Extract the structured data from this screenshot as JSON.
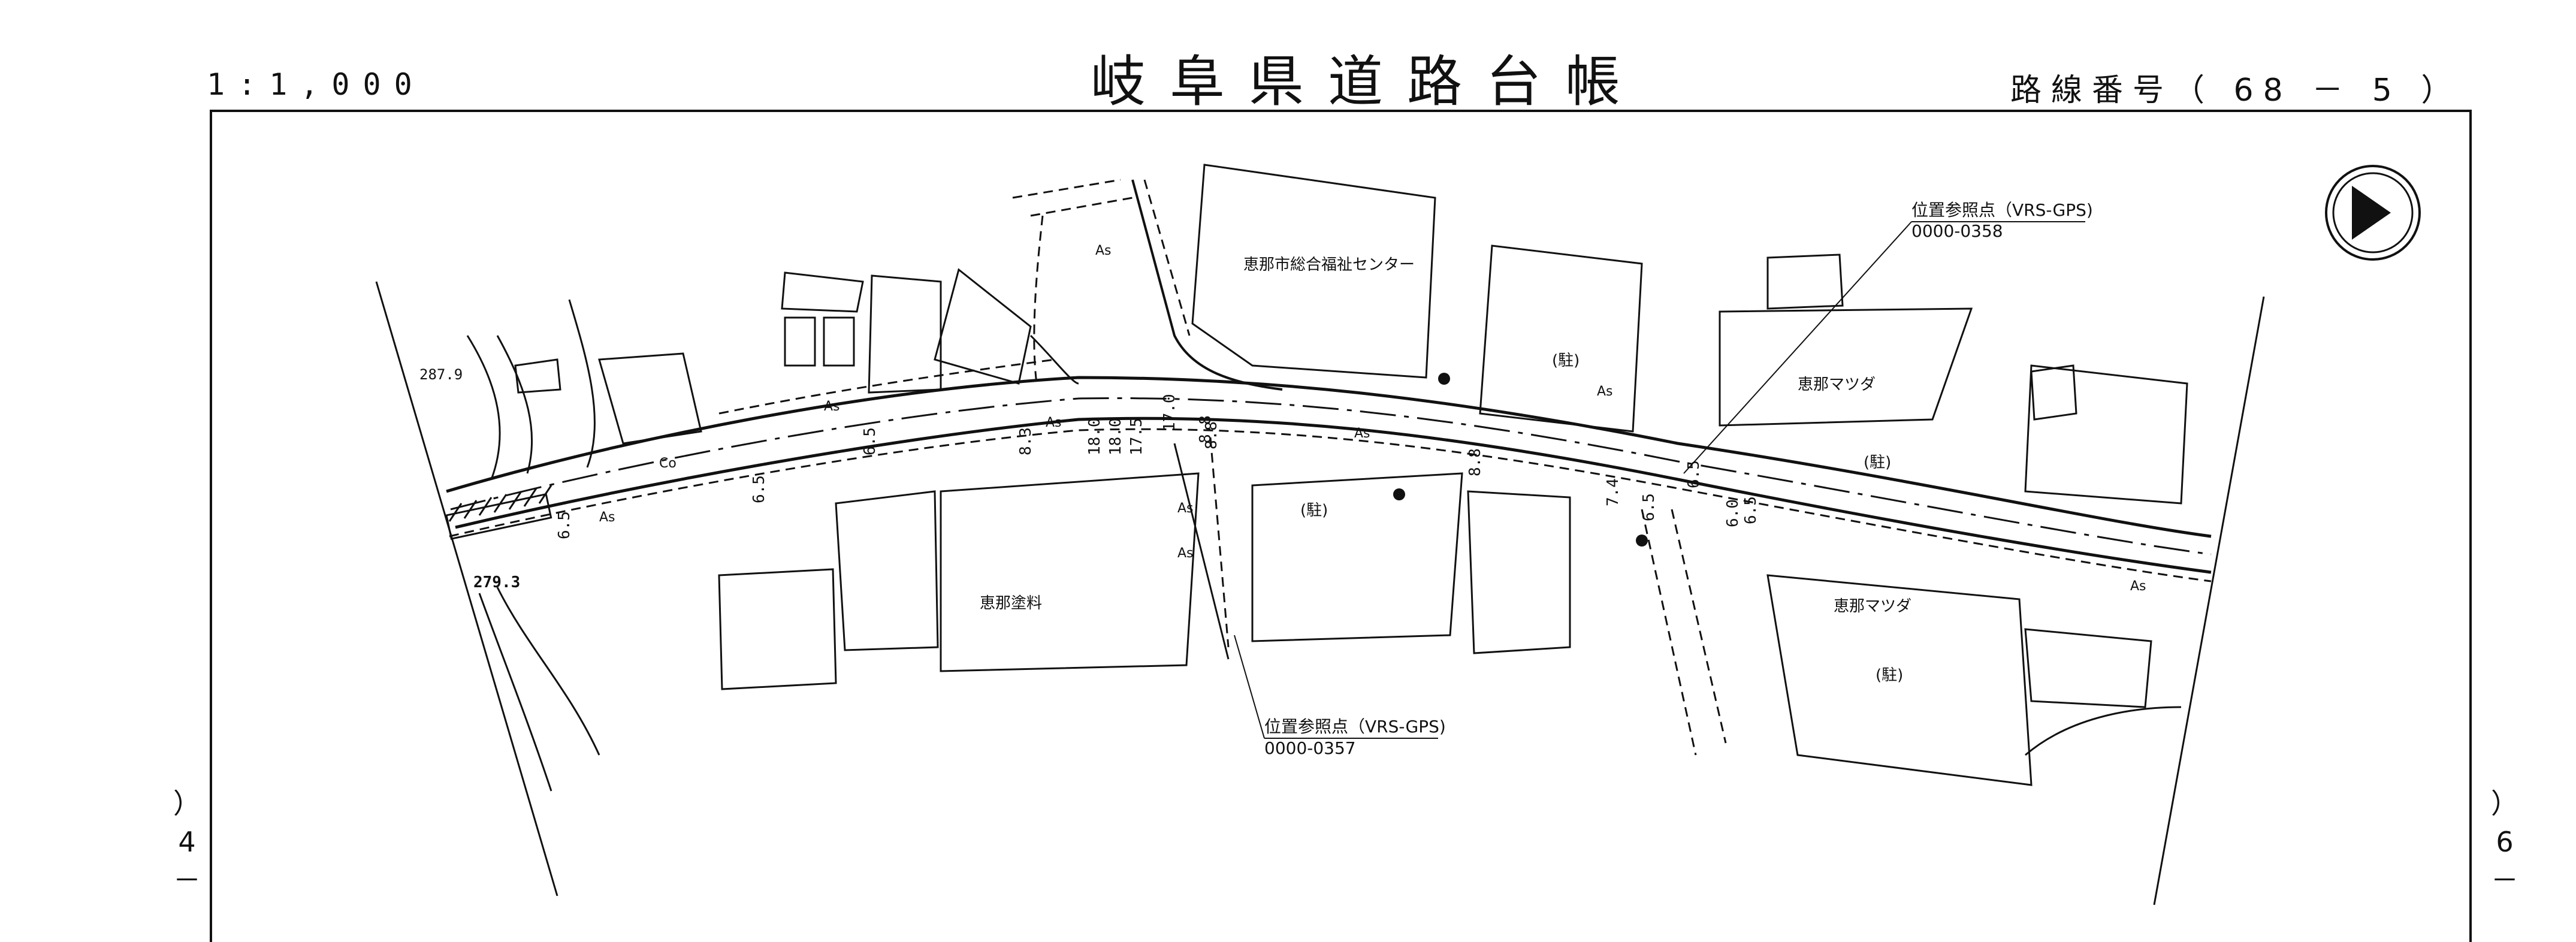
{
  "header": {
    "scale": "1:1,000",
    "title": "岐阜県道路台帳",
    "route_number": "路線番号（ 68 － 5 ）"
  },
  "edge_labels": {
    "left": [
      "）",
      "4",
      "－"
    ],
    "right": [
      "）",
      "6",
      "－"
    ]
  },
  "map": {
    "reference_points": [
      {
        "label": "位置参照点（VRS-GPS)",
        "code": "0000-0358"
      },
      {
        "label": "位置参照点（VRS-GPS)",
        "code": "0000-0357"
      }
    ],
    "facilities": [
      "恵那市総合福祉センター",
      "恵那マツダ",
      "恵那マツダ",
      "恵那塗料"
    ],
    "parking": [
      "(駐)",
      "(駐)",
      "(駐)",
      "(駐)"
    ],
    "surface_labels": [
      "As",
      "As",
      "As",
      "As",
      "As",
      "As",
      "As",
      "As",
      "As",
      "Co"
    ],
    "elevations": [
      "287.9",
      "279.3"
    ],
    "widths": [
      "6.5",
      "6.5",
      "6.5",
      "8.8",
      "18.0",
      "18.0",
      "17.5",
      "17.0",
      "8.3",
      "8.8",
      "8.8",
      "7.4",
      "6.5",
      "6.5",
      "6.5",
      "6.0"
    ],
    "compass": "north-arrow-icon"
  },
  "colors": {
    "line": "#111111",
    "background": "#ffffff"
  }
}
